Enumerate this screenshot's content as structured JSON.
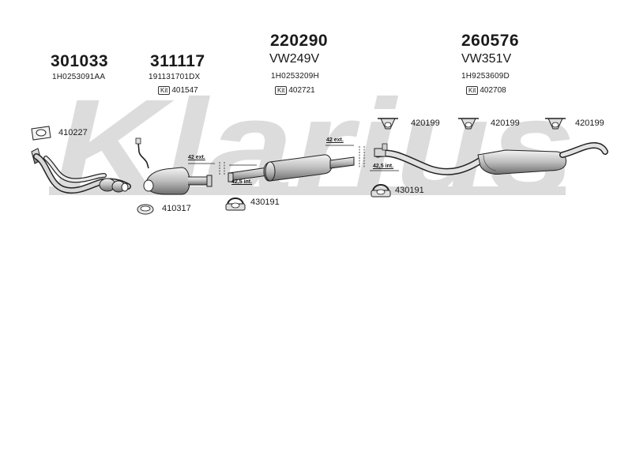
{
  "watermark": "Klarius",
  "colors": {
    "watermark": "#dcdcdc",
    "line": "#222222",
    "metal_light": "#e6e6e6",
    "metal_mid": "#b9b9b9",
    "metal_dark": "#7a7a7a"
  },
  "header_parts": [
    {
      "part_no": "301033",
      "subtitle": "",
      "oe": "1H0253091AA",
      "kit": ""
    },
    {
      "part_no": "311117",
      "subtitle": "",
      "oe": "191131701DX",
      "kit": "401547"
    },
    {
      "part_no": "220290",
      "subtitle": "VW249V",
      "oe": "1H0253209H",
      "kit": "402721"
    },
    {
      "part_no": "260576",
      "subtitle": "VW351V",
      "oe": "1H9253609D",
      "kit": "402708"
    }
  ],
  "kit_badge": "Kit",
  "accessories": {
    "gasket_front": "410227",
    "ring_clamp": "410317",
    "clamp_front": "430191",
    "clamp_rear": "430191",
    "hanger_1": "420199",
    "hanger_2": "420199",
    "hanger_3": "420199"
  },
  "dimensions": {
    "ext_front": "42 ext.",
    "int_front": "42,5 int.",
    "ext_rear": "42 ext.",
    "int_rear": "42,5 int."
  }
}
